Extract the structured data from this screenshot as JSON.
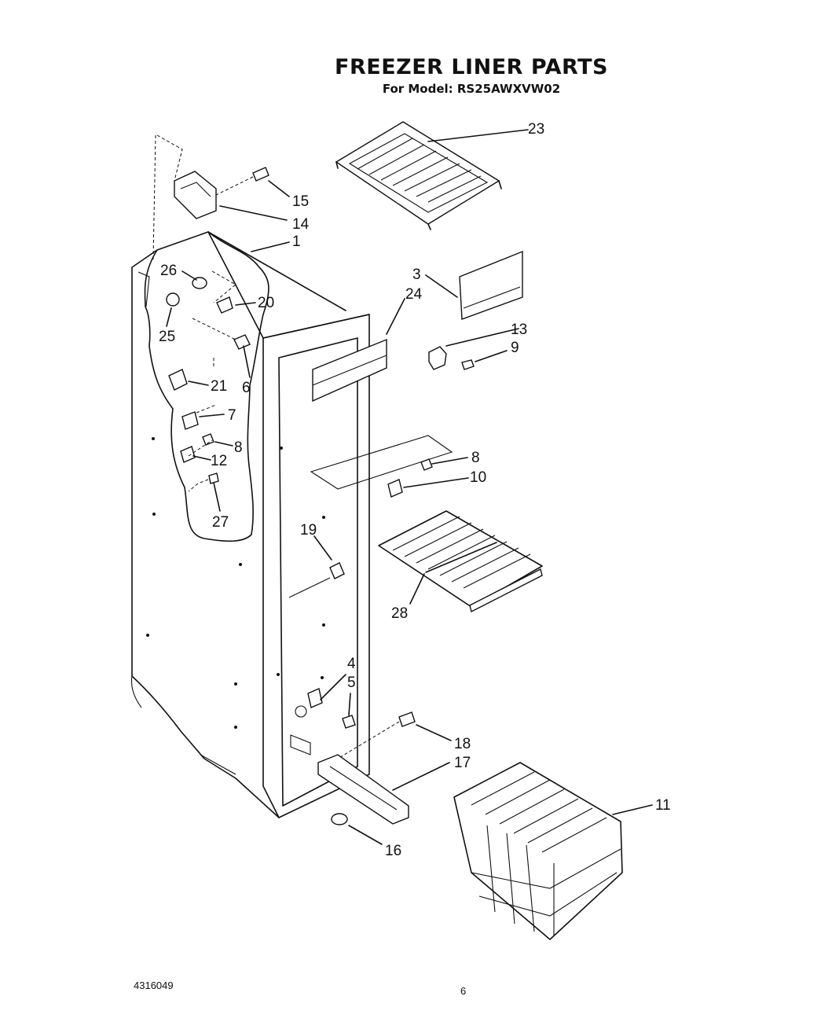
{
  "title": "FREEZER LINER PARTS",
  "subtitle": "For Model: RS25AWXVW02",
  "footer": {
    "doc_number": "4316049",
    "page": "6"
  },
  "callouts": [
    "23",
    "15",
    "14",
    "1",
    "3",
    "24",
    "26",
    "20",
    "25",
    "13",
    "9",
    "21",
    "6",
    "7",
    "8",
    "12",
    "27",
    "8",
    "10",
    "19",
    "28",
    "4",
    "5",
    "18",
    "17",
    "11",
    "16"
  ]
}
